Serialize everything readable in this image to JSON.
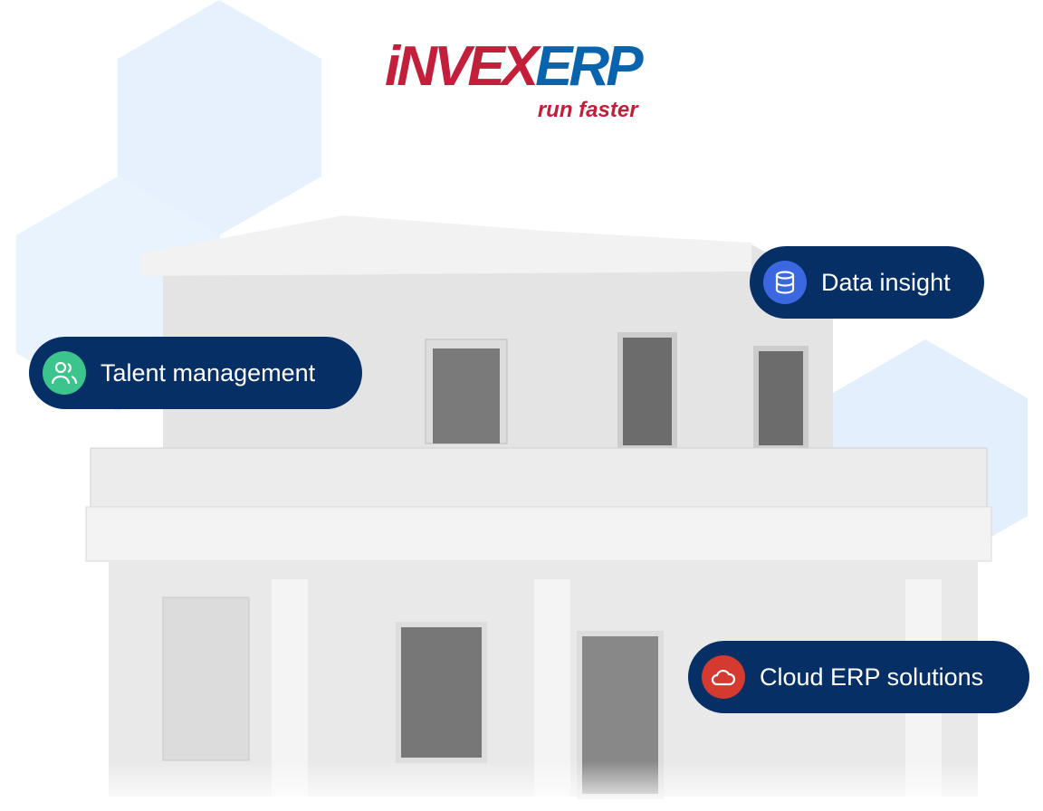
{
  "logo": {
    "part1": "iNVEX",
    "part2": "ERP",
    "tagline": "run faster"
  },
  "pills": [
    {
      "label": "Data insight",
      "icon": "database-icon",
      "color": "#3b67e0"
    },
    {
      "label": "Talent management",
      "icon": "users-icon",
      "color": "#3cc48d"
    },
    {
      "label": "Cloud ERP solutions",
      "icon": "cloud-icon",
      "color": "#d43a2f"
    }
  ],
  "colors": {
    "pill_bg": "#062f66",
    "hex_bg": "#e3f0fc"
  }
}
